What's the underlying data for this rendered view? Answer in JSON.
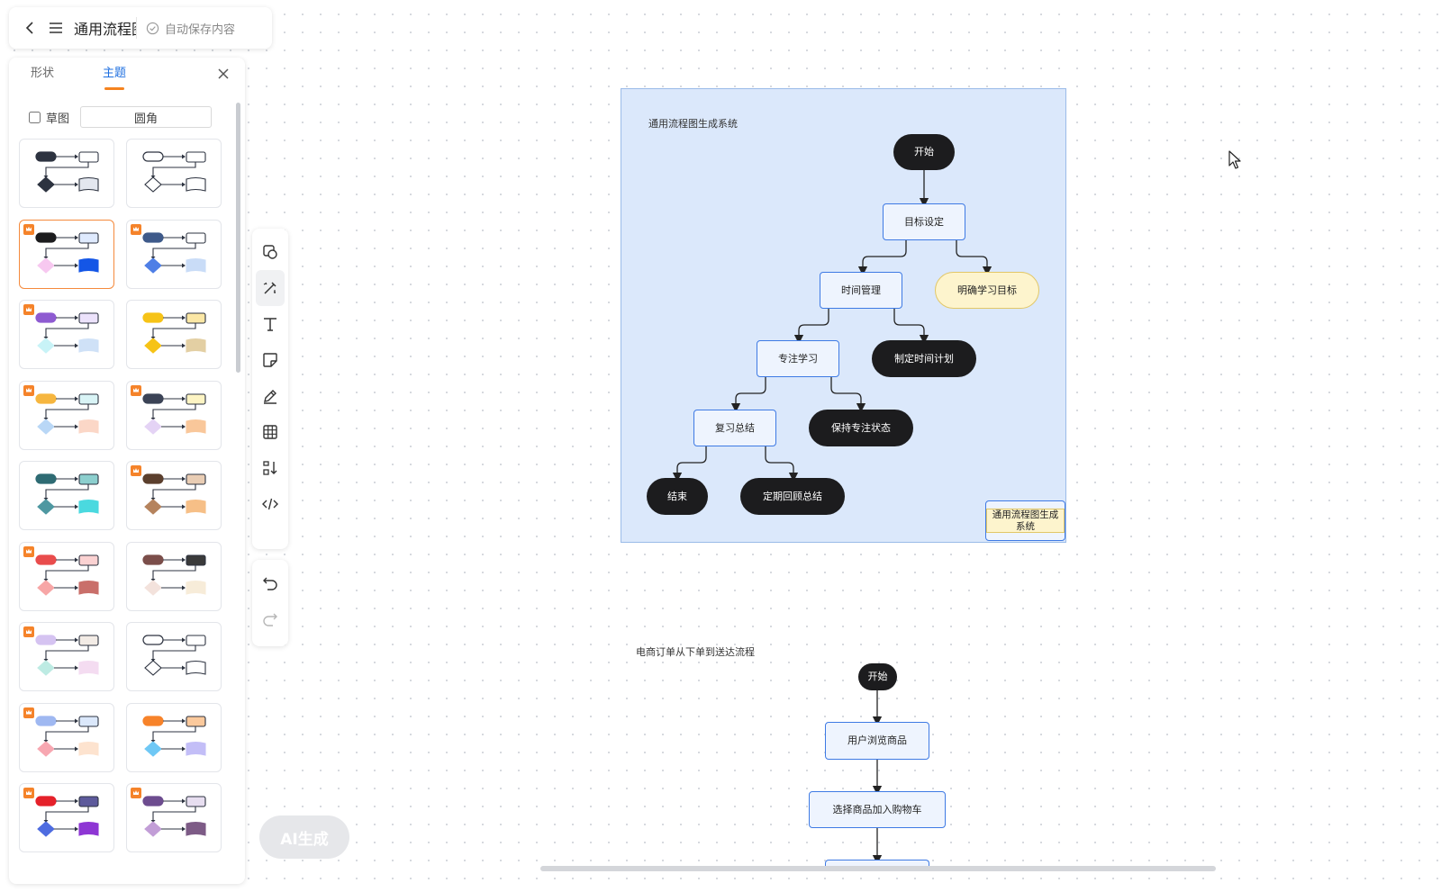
{
  "topbar": {
    "title": "通用流程图",
    "autosave": "自动保存内容"
  },
  "panel": {
    "tabs": [
      "形状",
      "主题"
    ],
    "active_tab": "主题",
    "sketch_label": "草图",
    "sketch_checked": false,
    "corner_label": "圆角"
  },
  "themes": [
    {
      "term": "#2d3340",
      "rect": "#ffffff",
      "diamond": "#2d3340",
      "wave": "#e3e7ef",
      "badge": false,
      "selected": false,
      "termFill": "#2d3340"
    },
    {
      "term": "#ffffff",
      "rect": "#ffffff",
      "diamond": "#ffffff",
      "wave": "#ffffff",
      "badge": false,
      "selected": false,
      "termFill": "#ffffff"
    },
    {
      "term": "#1c1c1e",
      "rect": "#dfeafe",
      "diamond": "#f7c8f0",
      "wave": "#1456e6",
      "badge": true,
      "selected": true,
      "termFill": "#1c1c1e"
    },
    {
      "term": "#3e5a8a",
      "rect": "#ffffff",
      "diamond": "#4f7fe6",
      "wave": "#c9dcf7",
      "badge": true,
      "selected": false,
      "termFill": "#3e5a8a"
    },
    {
      "term": "#8e5bd1",
      "rect": "#ece2fb",
      "diamond": "#c8f3f7",
      "wave": "#cfe1f7",
      "badge": true,
      "selected": false,
      "termFill": "#8e5bd1"
    },
    {
      "term": "#f6c317",
      "rect": "#fbe7a5",
      "diamond": "#f6c317",
      "wave": "#e3cfa3",
      "badge": false,
      "selected": false,
      "termFill": "#f6c317"
    },
    {
      "term": "#f6b63f",
      "rect": "#d9f4f6",
      "diamond": "#b9d7f6",
      "wave": "#fbd7c7",
      "badge": true,
      "selected": false,
      "termFill": "#f6b63f"
    },
    {
      "term": "#3b4356",
      "rect": "#fdf4c3",
      "diamond": "#e4d3f5",
      "wave": "#f9c79a",
      "badge": true,
      "selected": false,
      "termFill": "#3b4356"
    },
    {
      "term": "#2e6b73",
      "rect": "#8ccfce",
      "diamond": "#4e98a1",
      "wave": "#4ad9df",
      "badge": false,
      "selected": false,
      "termFill": "#2e6b73"
    },
    {
      "term": "#5b3f2d",
      "rect": "#e9cdb4",
      "diamond": "#b5835d",
      "wave": "#f6bf87",
      "badge": true,
      "selected": false,
      "termFill": "#5b3f2d"
    },
    {
      "term": "#e94c4c",
      "rect": "#fbd2d2",
      "diamond": "#f7a6a6",
      "wave": "#c96f6a",
      "badge": true,
      "selected": false,
      "termFill": "#e94c4c"
    },
    {
      "term": "#7b4e4a",
      "rect": "#3a3a3a",
      "diamond": "#f3e2dc",
      "wave": "#f7ecd9",
      "badge": false,
      "selected": false,
      "termFill": "#7b4e4a"
    },
    {
      "term": "#d5c3f1",
      "rect": "#f3ece6",
      "diamond": "#bdebe3",
      "wave": "#f4dcf1",
      "badge": true,
      "selected": false,
      "termFill": "#d5c3f1"
    },
    {
      "term": "#ffffff",
      "rect": "#ffffff",
      "diamond": "#ffffff",
      "wave": "#ffffff",
      "badge": false,
      "selected": false,
      "termFill": "#ffffff"
    },
    {
      "term": "#9fb8f1",
      "rect": "#dbe8fb",
      "diamond": "#f7a7b1",
      "wave": "#fde3cf",
      "badge": true,
      "selected": false,
      "termFill": "#9fb8f1"
    },
    {
      "term": "#f7832a",
      "rect": "#fbc99c",
      "diamond": "#6fc8f5",
      "wave": "#c3bef7",
      "badge": false,
      "selected": false,
      "termFill": "#f7832a"
    },
    {
      "term": "#e5212a",
      "rect": "#5d5a9b",
      "diamond": "#4e6ce0",
      "wave": "#8e36d4",
      "badge": true,
      "selected": false,
      "termFill": "#e5212a"
    },
    {
      "term": "#6d4c8f",
      "rect": "#e7def0",
      "diamond": "#c29ed7",
      "wave": "#7d5b86",
      "badge": true,
      "selected": false,
      "termFill": "#6d4c8f"
    }
  ],
  "flow1": {
    "title": "通用流程图生成系统",
    "nodes": {
      "start": "开始",
      "goal": "目标设定",
      "time": "时间管理",
      "clear_goal": "明确学习目标",
      "focus": "专注学习",
      "plan": "制定时间计划",
      "review": "复习总结",
      "keep_focus": "保持专注状态",
      "end": "结束",
      "regular_review": "定期回顾总结"
    },
    "mini_frame": "通用流程图生成系统"
  },
  "flow2": {
    "title": "电商订单从下单到送达流程",
    "nodes": {
      "start": "开始",
      "browse": "用户浏览商品",
      "cart": "选择商品加入购物车"
    }
  },
  "ai_button": "AI生成"
}
